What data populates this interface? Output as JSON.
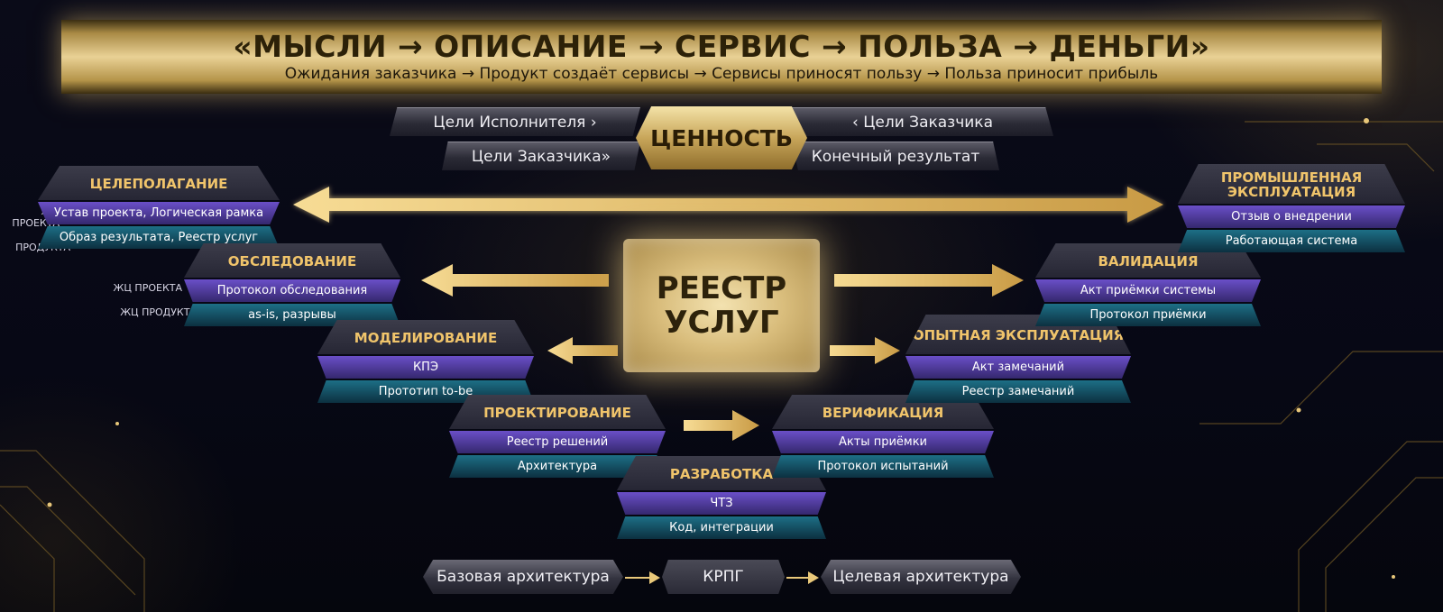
{
  "banner": {
    "title": "«МЫСЛИ → ОПИСАНИЕ → СЕРВИС → ПОЛЬЗА → ДЕНЬГИ»",
    "subtitle": "Ожидания заказчика → Продукт создаёт сервисы → Сервисы приносят пользу → Польза приносит прибыль"
  },
  "value": {
    "center": "ЦЕННОСТЬ",
    "top_left": "Цели Исполнителя ›",
    "top_right": "‹ Цели Заказчика",
    "bottom_left": "Цели Заказчика»",
    "bottom_right": "Конечный результат"
  },
  "lifecycle_labels": {
    "project": "ЖЦ ПРОЕКТА",
    "product": "ЖЦ ПРОДУКТА"
  },
  "registry": {
    "line1": "РЕЕСТР",
    "line2": "УСЛУГ"
  },
  "stages": [
    {
      "title": "ЦЕЛЕПОЛАГАНИЕ",
      "row1": "Устав проекта, Логическая рамка",
      "row2": "Образ результата, Реестр услуг"
    },
    {
      "title": "ОБСЛЕДОВАНИЕ",
      "row1": "Протокол обследования",
      "row2": "as-is, разрывы"
    },
    {
      "title": "МОДЕЛИРОВАНИЕ",
      "row1": "КПЭ",
      "row2": "Прототип to-be"
    },
    {
      "title": "ПРОЕКТИРОВАНИЕ",
      "row1": "Реестр решений",
      "row2": "Архитектура"
    },
    {
      "title": "РАЗРАБОТКА",
      "row1": "ЧТЗ",
      "row2": "Код, интеграции"
    },
    {
      "title": "ВЕРИФИКАЦИЯ",
      "row1": "Акты приёмки",
      "row2": "Протокол испытаний"
    },
    {
      "title": "ОПЫТНАЯ ЭКСПЛУАТАЦИЯ",
      "row1": "Акт замечаний",
      "row2": "Реестр замечаний"
    },
    {
      "title": "ВАЛИДАЦИЯ",
      "row1": "Акт приёмки системы",
      "row2": "Протокол приёмки"
    },
    {
      "title": "ПРОМЫШЛЕННАЯ ЭКСПЛУАТАЦИЯ",
      "row1": "Отзыв о внедрении",
      "row2": "Работающая система"
    }
  ],
  "bottom": {
    "base": "Базовая архитектура",
    "mid": "КРПГ",
    "target": "Целевая архитектура"
  },
  "colors": {
    "gold": "#e9c87a",
    "purple": "#6a4fc8",
    "cyan": "#1d6f86",
    "background": "#05060f"
  }
}
